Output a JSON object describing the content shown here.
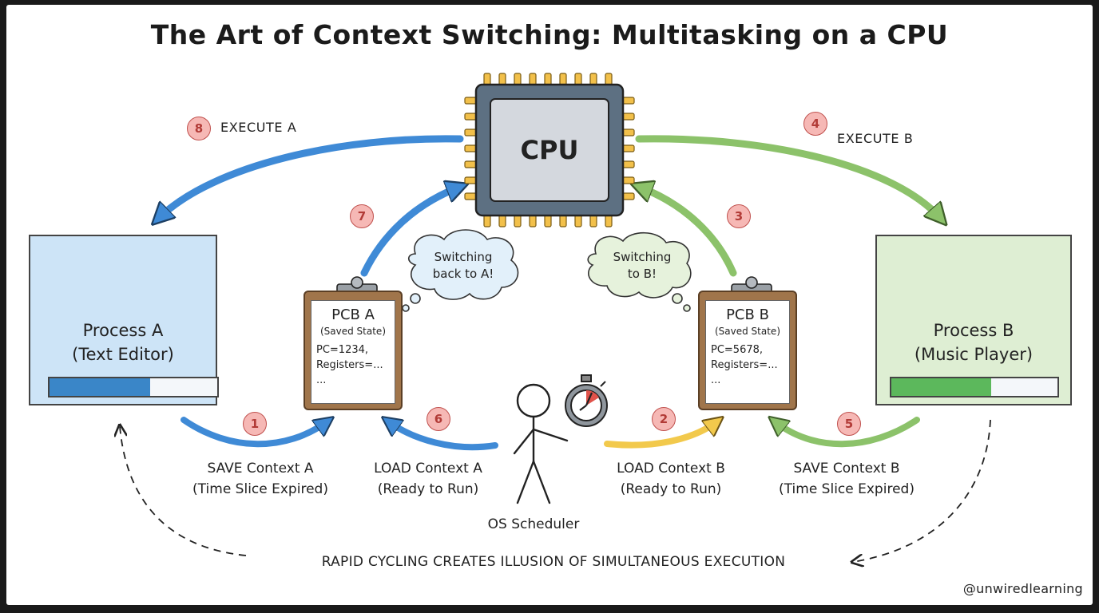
{
  "title": "The Art of Context Switching: Multitasking on a CPU",
  "cpu": {
    "label": "CPU"
  },
  "process_a": {
    "name": "Process A",
    "subtitle": "(Text Editor)",
    "icon": "document-icon",
    "progress": 0.6
  },
  "process_b": {
    "name": "Process B",
    "subtitle": "(Music Player)",
    "icon": "music-note-icon",
    "progress": 0.6
  },
  "pcb_a": {
    "title": "PCB A",
    "subtitle": "(Saved State)",
    "line1": "PC=1234,",
    "line2": "Registers=...",
    "line3": "..."
  },
  "pcb_b": {
    "title": "PCB B",
    "subtitle": "(Saved State)",
    "line1": "PC=5678,",
    "line2": "Registers=...",
    "line3": "..."
  },
  "bubbles": {
    "left": {
      "line1": "Switching",
      "line2": "back to A!"
    },
    "right": {
      "line1": "Switching",
      "line2": "to B!"
    }
  },
  "steps": [
    {
      "num": "1",
      "line1": "SAVE Context A",
      "line2": "(Time Slice Expired)"
    },
    {
      "num": "2",
      "line1": "LOAD Context B",
      "line2": "(Ready to Run)"
    },
    {
      "num": "3"
    },
    {
      "num": "4",
      "line1": "EXECUTE B"
    },
    {
      "num": "5",
      "line1": "SAVE Context B",
      "line2": "(Time Slice Expired)"
    },
    {
      "num": "6",
      "line1": "LOAD Context A",
      "line2": "(Ready to Run)"
    },
    {
      "num": "7"
    },
    {
      "num": "8",
      "line1": "EXECUTE A"
    }
  ],
  "scheduler": {
    "label": "OS Scheduler"
  },
  "footer": {
    "text": "RAPID CYCLING CREATES ILLUSION OF SIMULTANEOUS EXECUTION"
  },
  "credit": "@unwiredlearning",
  "colors": {
    "blue_arrow": "#3f8ad6",
    "green_arrow": "#8cc26a",
    "yellow_arrow": "#f2c94c",
    "badge": "#f6b8b5",
    "process_a_bg": "#cde4f7",
    "process_b_bg": "#deeed3",
    "progress_a": "#3a86c8",
    "progress_b": "#5cb85c"
  }
}
